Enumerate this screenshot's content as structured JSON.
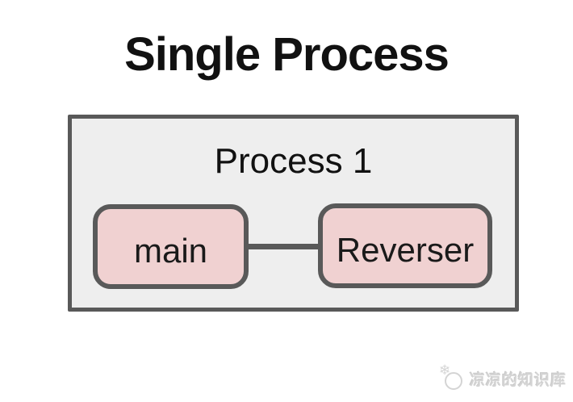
{
  "title": "Single Process",
  "diagram": {
    "container_label": "Process 1",
    "nodes": [
      {
        "id": "main",
        "label": "main"
      },
      {
        "id": "reverser",
        "label": "Reverser"
      }
    ],
    "connector": {
      "from": "main",
      "to": "reverser"
    }
  },
  "watermark": {
    "icon": "snowflake-circle-icon",
    "snowflake_glyph": "❄",
    "text": "凉凉的知识库"
  },
  "colors": {
    "background": "#ffffff",
    "container_fill": "#eeeeee",
    "node_fill": "#f0d1d1",
    "border": "#595959",
    "text": "#111111",
    "watermark": "#d4d4d4"
  }
}
